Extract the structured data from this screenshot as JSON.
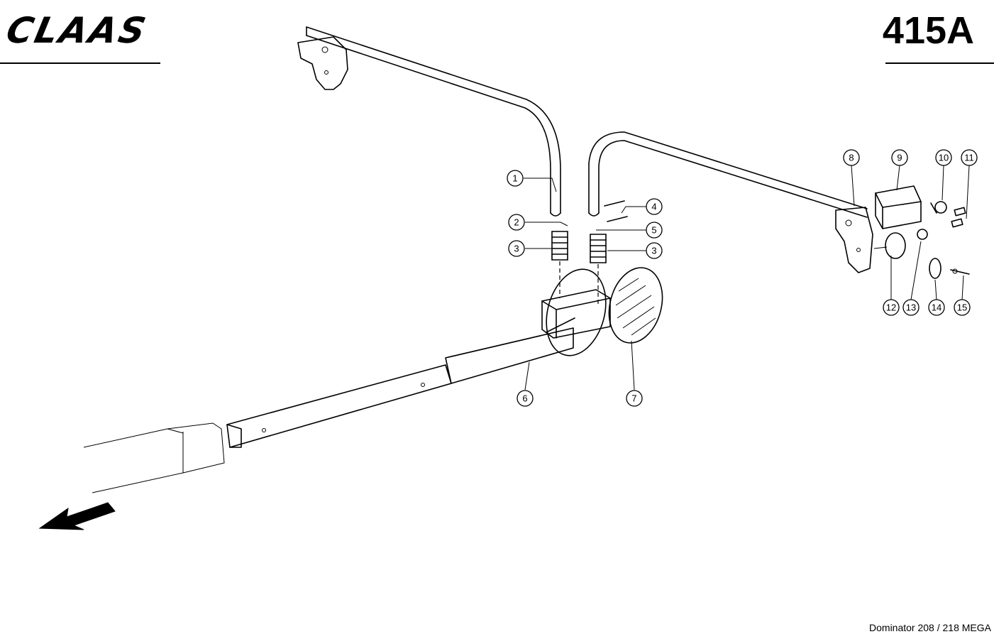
{
  "header": {
    "brand": "CLAAS",
    "page_number": "415A"
  },
  "footer": {
    "model": "Dominator 208 / 218 MEGA"
  },
  "callouts": [
    "1",
    "2",
    "3",
    "4",
    "5",
    "3",
    "6",
    "7",
    "8",
    "9",
    "10",
    "11",
    "12",
    "13",
    "14",
    "15"
  ]
}
